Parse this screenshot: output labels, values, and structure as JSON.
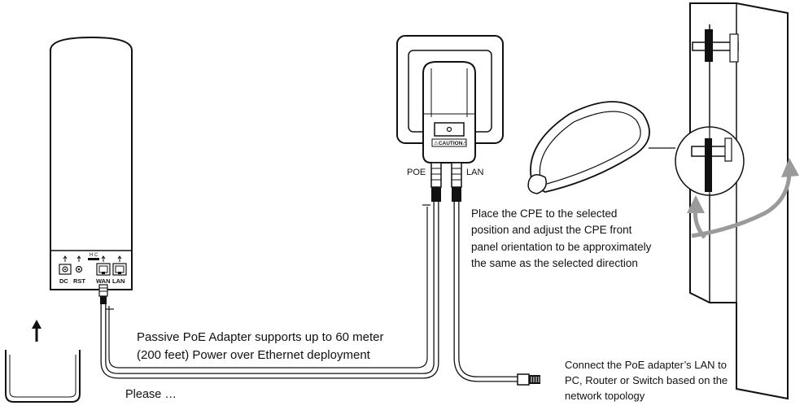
{
  "cpe": {
    "ports": [
      "DC",
      "RST",
      "WAN",
      "LAN"
    ],
    "switch_label": "H  C"
  },
  "poe_adapter": {
    "poe_port_label": "POE",
    "lan_port_label": "LAN",
    "caution_label": "⚠CAUTION⚠"
  },
  "captions": {
    "mounting": "Place the CPE to the selected\nposition and adjust the CPE front\npanel orientation to be approximately\n the same as the selected direction",
    "poe_range": "Passive PoE Adapter supports up to 60 meter\n(200 feet) Power over Ethernet deployment",
    "lan_connect": "Connect the PoE adapter’s LAN to\nPC, Router or Switch based on the\nnetwork topology",
    "cut_off": "Please …"
  },
  "icons": {
    "up_arrow": "up-arrow-icon",
    "rotate_arrow": "rotate-arrow-icon",
    "ethernet_plug": "rj45-plug-icon"
  }
}
